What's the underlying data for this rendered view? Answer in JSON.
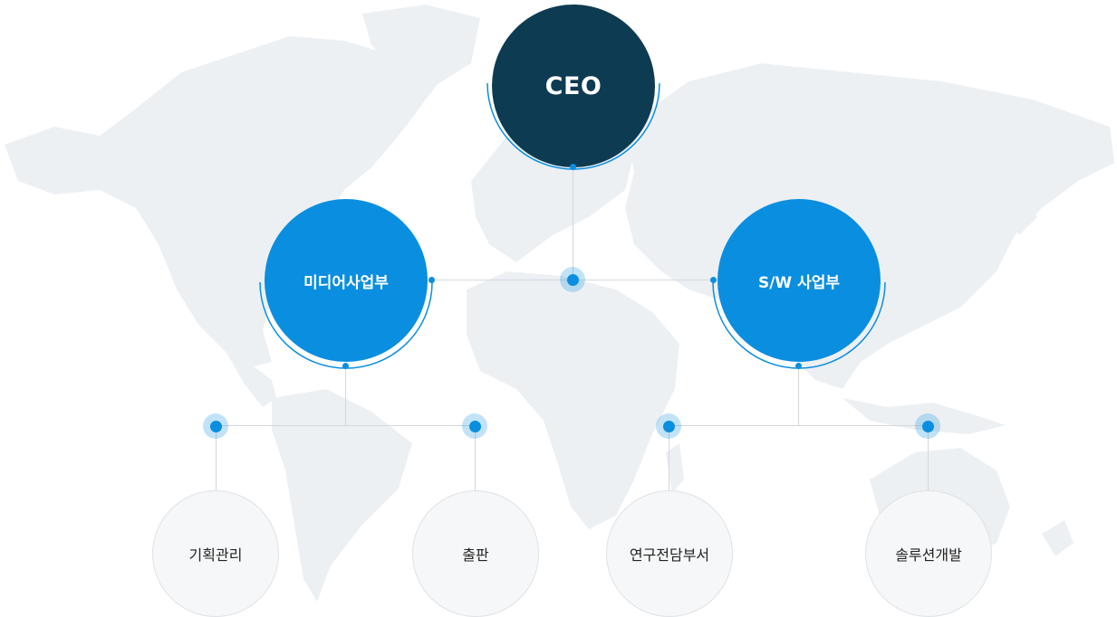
{
  "ceo": {
    "label": "CEO"
  },
  "divisions": [
    {
      "label": "미디어사업부"
    },
    {
      "label": "S/W 사업부"
    }
  ],
  "teams": [
    {
      "label": "기획관리"
    },
    {
      "label": "출판"
    },
    {
      "label": "연구전담부서"
    },
    {
      "label": "솔루션개발"
    }
  ],
  "colors": {
    "ceo": "#0d3b52",
    "division": "#0a8ee0",
    "team_bg": "#f6f7f8",
    "connector": "#d3d7dc",
    "map": "#edf0f3"
  },
  "background": {
    "icon": "world-map-icon"
  }
}
